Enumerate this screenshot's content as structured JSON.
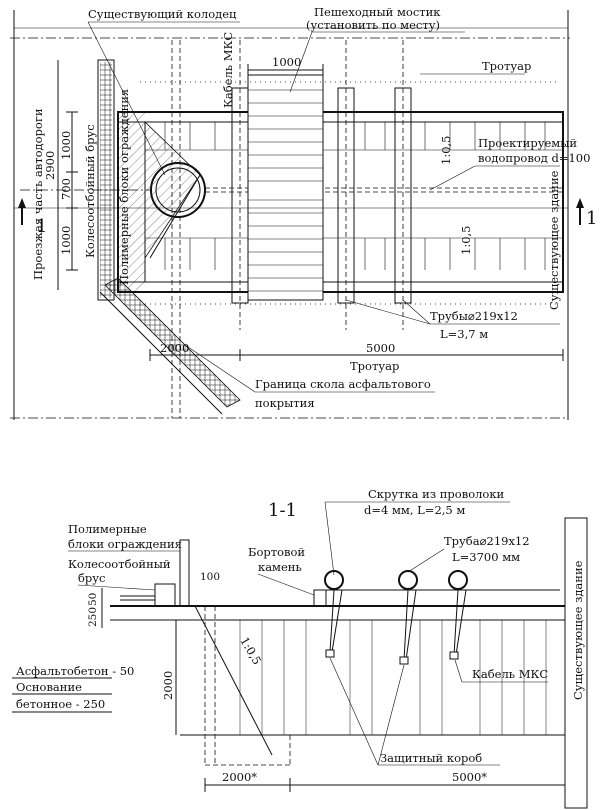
{
  "plan": {
    "existing_well": "Существующий колодец",
    "footbridge_line1": "Пешеходный мостик",
    "footbridge_line2": "(установить по месту)",
    "dim_1000_top": "1000",
    "sidewalk_top": "Тротуар",
    "cable_mks": "Кабель МКС",
    "roadway_label": "Проезжая часть автодороги",
    "roadway_width": "2900",
    "wheel_stop_bar": "Колесоотбойный брус",
    "polymer_blocks": "Полимерные блоки ограждения",
    "dim_1000_a": "1000",
    "dim_700": "700",
    "dim_1000_b": "1000",
    "designed_water_line1": "Проектируемый",
    "designed_water_line2": "водопровод d=100",
    "slope_1": "1:0,5",
    "slope_2": "1:0,5",
    "existing_building": "Существующее здание",
    "pipes_line1": "Трубы⌀219х12",
    "pipes_line2": "L=3,7 м",
    "dim_2000": "2000",
    "dim_5000": "5000",
    "sidewalk_bottom": "Тротуар",
    "asphalt_border_line1": "Граница скола асфальтового",
    "asphalt_border_line2": "покрытия",
    "section_mark": "1"
  },
  "section": {
    "title": "1-1",
    "wire_twist_line1": "Скрутка из проволоки",
    "wire_twist_line2": "d=4 мм, L=2,5 м",
    "polymer_blocks_line1": "Полимерные",
    "polymer_blocks_line2": "блоки ограждения",
    "curb_stone_line1": "Бортовой",
    "curb_stone_line2": "камень",
    "pipe_line1": "Труба⌀219х12",
    "pipe_line2": "L=3700 мм",
    "wheel_stop_line1": "Колесоотбойный",
    "wheel_stop_line2": "брус",
    "dim_100": "100",
    "dim_250": "250",
    "dim_50": "50",
    "slope": "1:0,5",
    "existing_building": "Существующее здание",
    "asphalt": "Асфальтобетон - 50",
    "base_line1": "Основание",
    "base_line2": "бетонное - 250",
    "dim_2000_depth": "2000",
    "cable_mks": "Кабель МКС",
    "protective_box": "Защитный короб",
    "dim_2000_star": "2000*",
    "dim_5000_star": "5000*"
  }
}
